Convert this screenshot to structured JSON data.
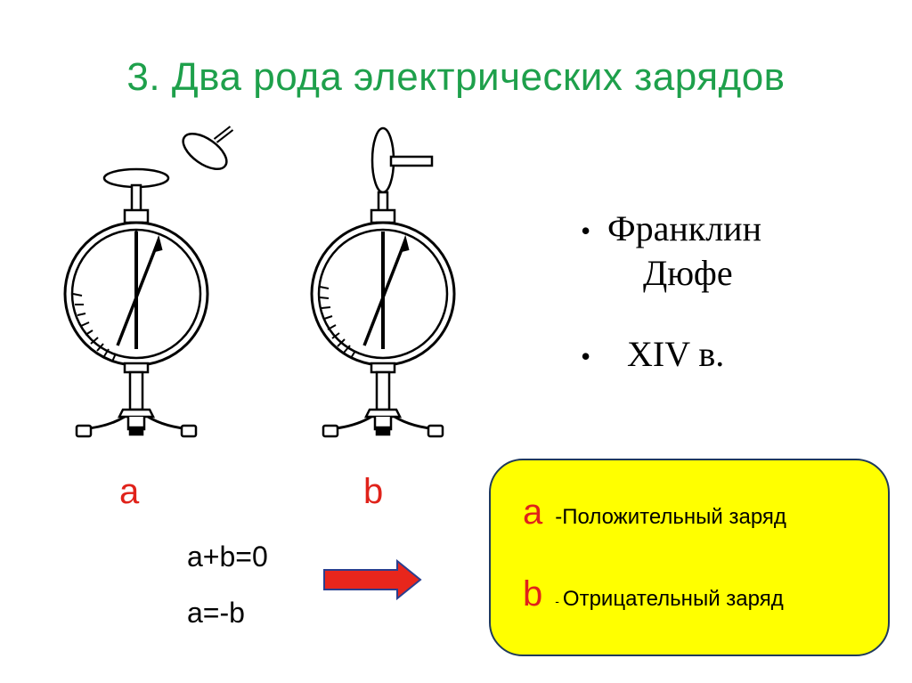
{
  "title": "3. Два рода электрических зарядов",
  "labels": {
    "a": "a",
    "b": "b"
  },
  "equations": [
    "a+b=0",
    "a=-b"
  ],
  "bullets": {
    "bullet_char": "•",
    "names": [
      "Франклин",
      "Дюфе"
    ],
    "century": "XIV в."
  },
  "definitions": [
    {
      "letter": "a",
      "text": "-Положительный заряд"
    },
    {
      "letter": "b",
      "dash": "-",
      "text": "Отрицательный заряд"
    }
  ],
  "colors": {
    "title": "#1ea04b",
    "label": "#e0221a",
    "box_fill": "#ffff00",
    "box_border": "#1f3a5c",
    "arrow_fill": "#e8261c",
    "arrow_stroke": "#2a3f8f"
  },
  "icons": [
    "electroscope-a-icon",
    "electroscope-b-icon",
    "charged-plate-icon",
    "right-arrow-icon"
  ]
}
